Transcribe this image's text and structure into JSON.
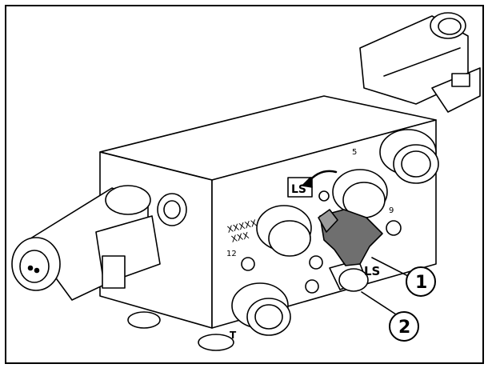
{
  "labels": {
    "ls_top": "LS",
    "ls_right": "LS",
    "port_5": "5",
    "port_9": "9",
    "port_12": "12",
    "port_t": "T",
    "marking_1": "XXXXX",
    "marking_2": "XXX"
  },
  "callouts": [
    {
      "number": "1",
      "target": "lever-knob"
    },
    {
      "number": "2",
      "target": "adjustment-screw"
    }
  ],
  "colors": {
    "lever": "#6f6f6f",
    "lever_highlight": "#9a9a9a",
    "line": "#000000"
  }
}
